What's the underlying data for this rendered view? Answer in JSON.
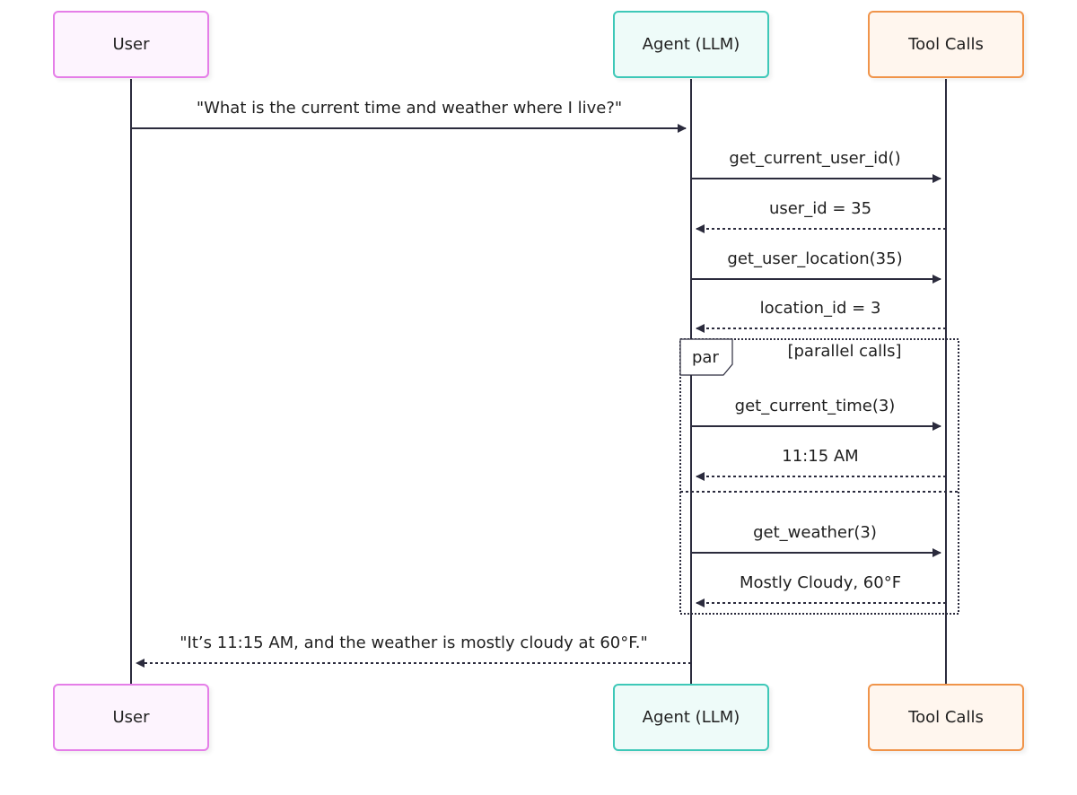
{
  "actors": [
    {
      "id": "user",
      "label": "User",
      "border": "#e57ee8",
      "fill": "#fdf4fe"
    },
    {
      "id": "agent",
      "label": "Agent (LLM)",
      "border": "#3ec8b8",
      "fill": "#eefbf9"
    },
    {
      "id": "tools",
      "label": "Tool Calls",
      "border": "#f0944a",
      "fill": "#fff6ee"
    }
  ],
  "messages": [
    {
      "from": "user",
      "to": "agent",
      "label": "\"What is the current time and weather where I live?\"",
      "style": "solid"
    },
    {
      "from": "agent",
      "to": "tools",
      "label": "get_current_user_id()",
      "style": "solid"
    },
    {
      "from": "tools",
      "to": "agent",
      "label": "user_id = 35",
      "style": "dashed"
    },
    {
      "from": "agent",
      "to": "tools",
      "label": "get_user_location(35)",
      "style": "solid"
    },
    {
      "from": "tools",
      "to": "agent",
      "label": "location_id = 3",
      "style": "dashed"
    },
    {
      "from": "agent",
      "to": "tools",
      "label": "get_current_time(3)",
      "style": "solid"
    },
    {
      "from": "tools",
      "to": "agent",
      "label": "11:15 AM",
      "style": "dashed"
    },
    {
      "from": "agent",
      "to": "tools",
      "label": "get_weather(3)",
      "style": "solid"
    },
    {
      "from": "tools",
      "to": "agent",
      "label": "Mostly Cloudy, 60°F",
      "style": "dashed"
    },
    {
      "from": "agent",
      "to": "user",
      "label": "\"It’s 11:15 AM, and the weather is mostly cloudy at 60°F.\"",
      "style": "dashed"
    }
  ],
  "par_block": {
    "keyword": "par",
    "condition": "[parallel calls]"
  },
  "colors": {
    "line": "#2b2b3d",
    "text": "#1f1f1f"
  }
}
